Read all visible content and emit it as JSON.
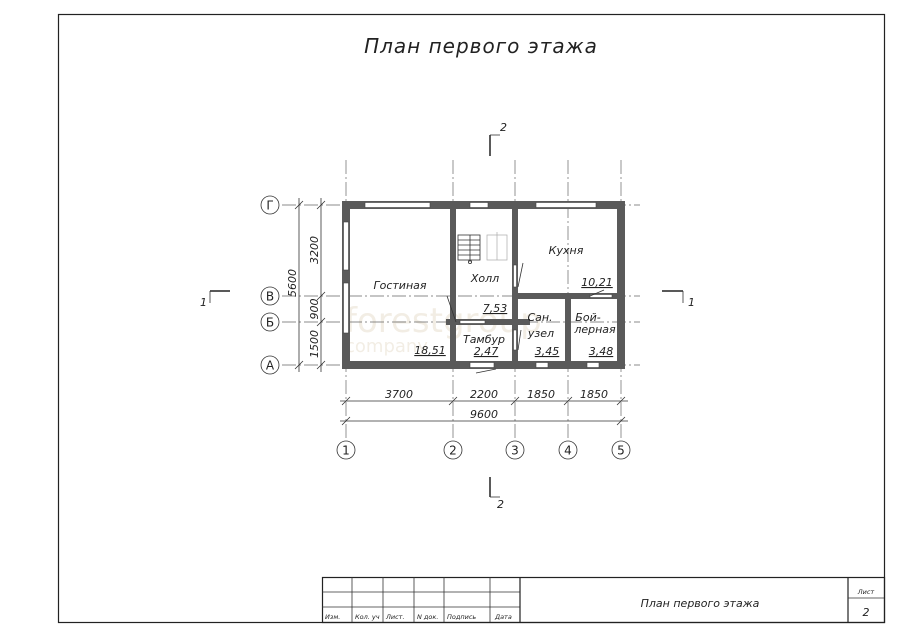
{
  "sheet": {
    "title": "План первого этажа",
    "section_marks": {
      "top": "2",
      "bottom": "2",
      "left": "1",
      "right": "1"
    }
  },
  "axes": {
    "rows": [
      "Г",
      "В",
      "Б",
      "А"
    ],
    "columns": [
      "1",
      "2",
      "3",
      "4",
      "5"
    ]
  },
  "rooms": [
    {
      "name": "Гостиная",
      "area": "18,51"
    },
    {
      "name": "Холл",
      "area": "7,53"
    },
    {
      "name": "Кухня",
      "area": "10,21"
    },
    {
      "name": "Тамбур",
      "area": "2,47"
    },
    {
      "name_line1": "Сан.",
      "name_line2": "узел",
      "area": "3,45"
    },
    {
      "name_line1": "Бой-",
      "name_line2": "лерная",
      "area": "3,48"
    }
  ],
  "dimensions": {
    "horizontal": [
      "3700",
      "2200",
      "1850",
      "1850"
    ],
    "horizontal_total": "9600",
    "vertical": [
      "3200",
      "900",
      "1500"
    ],
    "vertical_total": "5600"
  },
  "watermark": {
    "line1": "forestgroup",
    "line2": "company"
  },
  "title_block": {
    "headers": [
      "Изм.",
      "Кол. уч",
      "Лист.",
      "N док.",
      "Подпись",
      "Дата"
    ],
    "name": "План первого этажа",
    "sheet_label": "Лист",
    "sheet_number": "2"
  }
}
